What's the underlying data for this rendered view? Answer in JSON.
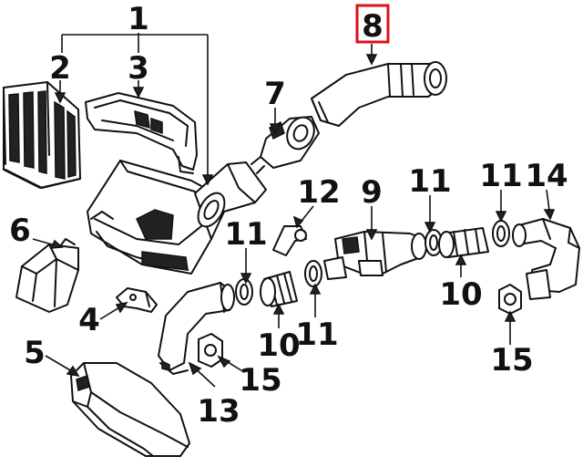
{
  "callouts": [
    {
      "id": "c1",
      "label": "1"
    },
    {
      "id": "c2",
      "label": "2"
    },
    {
      "id": "c3",
      "label": "3"
    },
    {
      "id": "c4",
      "label": "4"
    },
    {
      "id": "c5",
      "label": "5"
    },
    {
      "id": "c6",
      "label": "6"
    },
    {
      "id": "c7",
      "label": "7"
    },
    {
      "id": "c8",
      "label": "8"
    },
    {
      "id": "c9",
      "label": "9"
    },
    {
      "id": "c10a",
      "label": "10"
    },
    {
      "id": "c10b",
      "label": "10"
    },
    {
      "id": "c11a",
      "label": "11"
    },
    {
      "id": "c11b",
      "label": "11"
    },
    {
      "id": "c11c",
      "label": "11"
    },
    {
      "id": "c11d",
      "label": "11"
    },
    {
      "id": "c12",
      "label": "12"
    },
    {
      "id": "c13",
      "label": "13"
    },
    {
      "id": "c14",
      "label": "14"
    },
    {
      "id": "c15a",
      "label": "15"
    },
    {
      "id": "c15b",
      "label": "15"
    }
  ],
  "highlighted_callout": "8",
  "colors": {
    "highlight_box": "#d8121c",
    "ink": "#111111",
    "background": "#ffffff"
  }
}
